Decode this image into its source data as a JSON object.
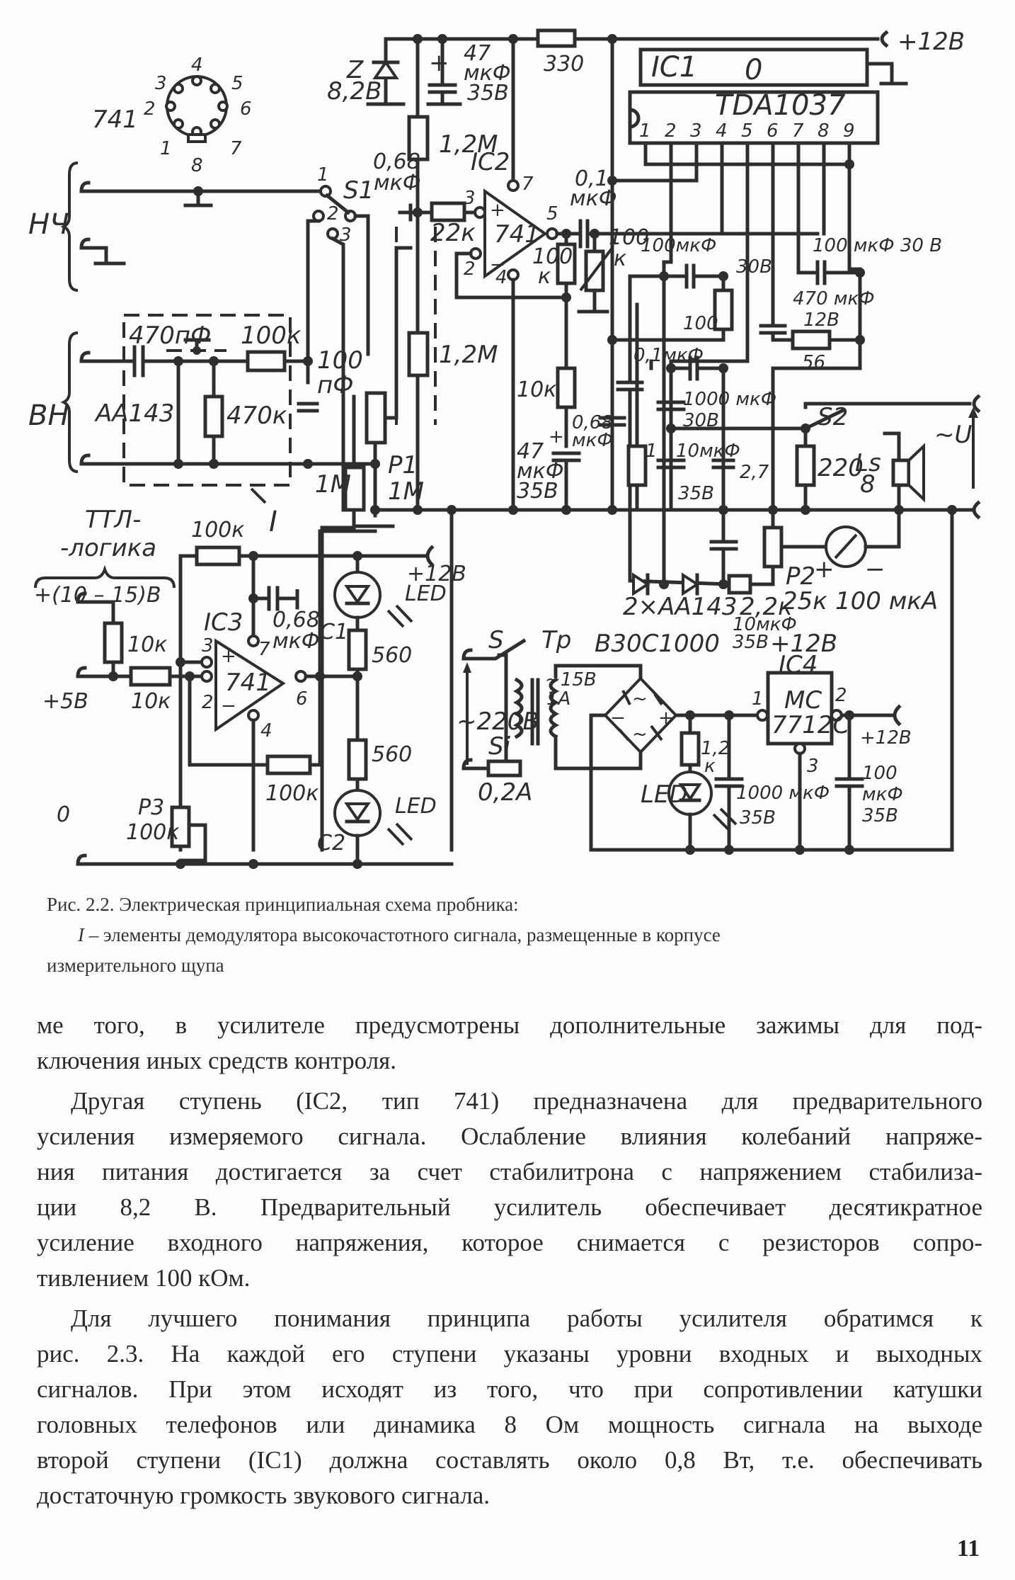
{
  "figure": {
    "schematic": {
      "supply_label": "+12В",
      "ic1": {
        "name": "IC1",
        "heatsink": "0",
        "part": "TDA1037",
        "pins": [
          "1",
          "2",
          "3",
          "4",
          "5",
          "6",
          "7",
          "8",
          "9"
        ]
      },
      "ic2": {
        "name": "IC2",
        "part": "741",
        "pin_plus": "3",
        "pin_minus": "2",
        "pin_out": "5",
        "pin_v_plus": "7",
        "pin_v_minus": "4",
        "plus_sign": "+",
        "minus_sign": "−"
      },
      "ic3": {
        "name": "IC3",
        "part": "741",
        "pin_plus": "3",
        "pin_minus": "2",
        "pin_out": "6",
        "pin_v_plus": "7",
        "pin_v_minus": "4",
        "plus_sign": "+",
        "minus_sign": "−"
      },
      "ic4": {
        "name": "IC4",
        "part_line1": "MC",
        "part_line2": "7712C",
        "pin_in": "1",
        "pin_out": "2",
        "pin_gnd": "3",
        "supply": "+12В"
      },
      "socket": {
        "label": "741",
        "pins": [
          "1",
          "2",
          "3",
          "4",
          "5",
          "6",
          "7",
          "8"
        ]
      },
      "inputs": {
        "lf": "НЧ",
        "hf": "ВН",
        "probe_marker": "I"
      },
      "switch_s1": {
        "name": "S1",
        "positions": [
          "1",
          "2",
          "3"
        ]
      },
      "zener": {
        "name": "Z",
        "value": "8,2В"
      },
      "components": {
        "c_47u": [
          "47",
          "мкФ",
          "35В"
        ],
        "r_330": "330",
        "r_1m2_top": "1,2М",
        "r_1m2_bot": "1,2М",
        "c_068u": [
          "0,68",
          "мкФ"
        ],
        "r_22k": "22к",
        "c_01u_out": [
          "0,1",
          "мкФ"
        ],
        "r_100k_fb": [
          "100",
          "к"
        ],
        "r_100k_pot": [
          "100",
          "к"
        ],
        "c_100u_left": [
          "100мкФ",
          "30В"
        ],
        "r_100": "100",
        "c_100u_right": "100 мкФ 30 В",
        "c_470u": [
          "470 мкФ",
          "12В"
        ],
        "r_56": "56",
        "c_01u_mid": "0,1мкФ",
        "r_1": "1",
        "c_1000u_mid": [
          "1000 мкФ",
          "30В"
        ],
        "r_10k": "10к",
        "c_068u_mid": [
          "0,68",
          "мкФ"
        ],
        "c_47u_mid": [
          "47",
          "мкФ",
          "35В"
        ],
        "c_10u_a": [
          "10мкФ",
          "35В"
        ],
        "c_27": "2,7",
        "c_10u_b": [
          "10мкФ",
          "35В"
        ],
        "r_220": "220",
        "speaker": [
          "Ls",
          "8"
        ],
        "switch_s2": "S2",
        "out_u": "~U",
        "pot_p2": [
          "P2",
          "25к"
        ],
        "meter": "100 мкА",
        "diodes": "2×АА143",
        "r_2k2": "2,2к",
        "pot_p1": [
          "P1",
          "1М"
        ],
        "r_1m_low": "1М",
        "probe_c_470p": "470пФ",
        "probe_r_100k": "100к",
        "probe_diode": "АА143",
        "probe_r_470k": "470к",
        "probe_c_100p": [
          "100",
          "пФ"
        ]
      },
      "logic": {
        "title_1": "ТТЛ-",
        "title_2": "-логика",
        "range": "+(10 – 15)В",
        "plus5": "+5В",
        "zero": "0",
        "r_10k_a": "10к",
        "r_10k_b": "10к",
        "r_100k_top": "100к",
        "r_100k_bot": "100к",
        "c_068u": [
          "0,68",
          "мкФ"
        ],
        "p3": [
          "P3",
          "100к"
        ],
        "supply": "+12В",
        "led_c1": [
          "C1",
          "LED"
        ],
        "r_560_a": "560",
        "r_560_b": "560",
        "led_c2": [
          "C2",
          "LED"
        ]
      },
      "power": {
        "switch": "S",
        "transformer": "Тр",
        "mains": "~220В",
        "fuse": "Si",
        "fuse_rating": "0,2А",
        "secondary": [
          "~15В",
          "1А"
        ],
        "bridge": "B30C1000",
        "bridge_signs": [
          "~",
          "~",
          "−",
          "+"
        ],
        "r_1k2": [
          "1,2",
          "к"
        ],
        "led": "LED",
        "c_1000u": [
          "1000 мкФ",
          "35В"
        ],
        "c_100u": [
          "100",
          "мкФ",
          "35В"
        ],
        "out_supply": "+12В"
      }
    },
    "caption": {
      "title": "Рис. 2.2. Электрическая принципиальная схема пробника:",
      "note_marker": "I",
      "note_line1": " – элементы демодулятора высокочастотного сигнала, размещенные в корпусе",
      "note_line2": "измерительного щупа"
    }
  },
  "body": {
    "lines": [
      "ме того, в усилителе предусмотрены дополнительные зажимы для под-",
      "ключения иных средств контроля.",
      "Другая ступень (IC2, тип 741) предназначена для предварительного",
      "усиления измеряемого сигнала. Ослабление влияния колебаний напряже-",
      "ния питания достигается за счет стабилитрона с напряжением стабилиза-",
      "ции 8,2 В. Предварительный усилитель обеспечивает десятикратное",
      "усиление входного напряжения, которое снимается с резисторов сопро-",
      "тивлением 100 кОм.",
      "Для лучшего понимания принципа работы усилителя обратимся к",
      "рис. 2.3. На каждой его ступени указаны уровни входных и выходных",
      "сигналов. При этом исходят из того, что при сопротивлении катушки",
      "головных телефонов или динамика 8 Ом мощность сигнала на выходе",
      "второй ступени (IC1) должна составлять около 0,8 Вт, т.е. обеспечивать",
      "достаточную громкость звукового сигнала."
    ]
  },
  "page_number": "11"
}
